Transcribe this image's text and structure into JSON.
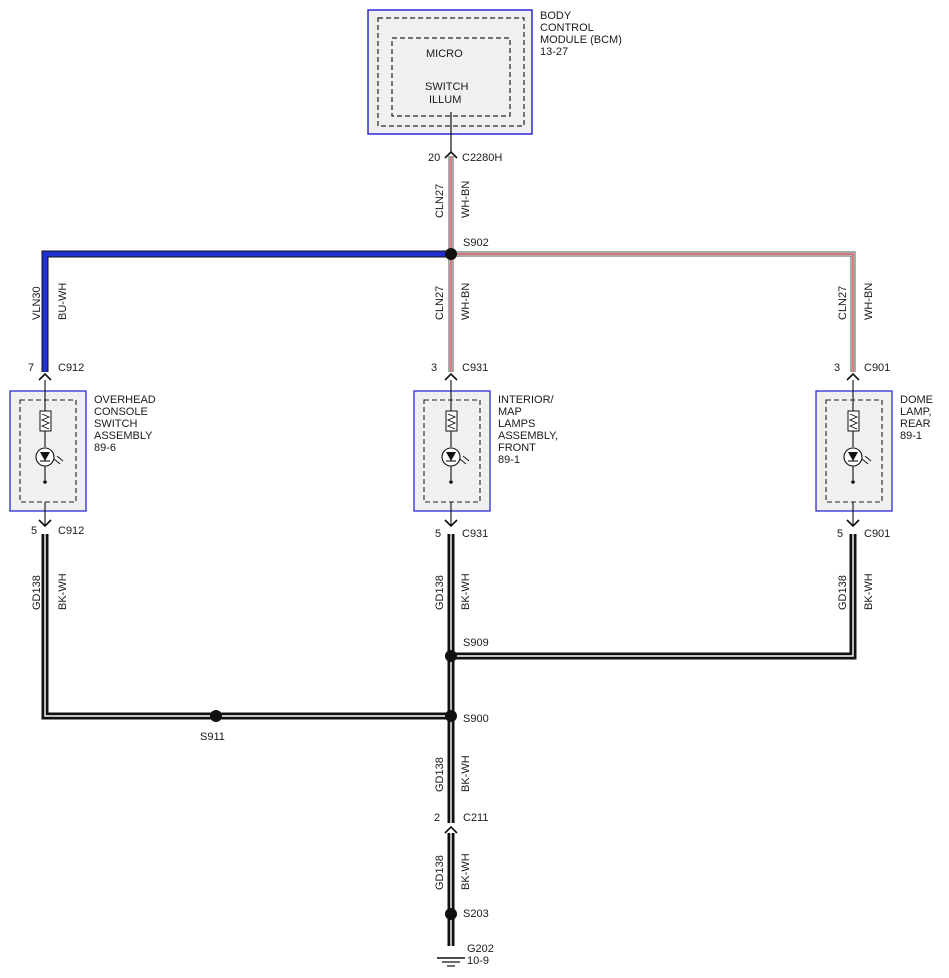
{
  "bcm": {
    "name_lines": [
      "BODY",
      "CONTROL",
      "MODULE (BCM)",
      "13-27"
    ],
    "micro_label": "MICRO",
    "switch_lines": [
      "SWITCH",
      "ILLUM"
    ],
    "pin": "20",
    "connector": "C2280H"
  },
  "wires": {
    "top_circuit": "CLN27",
    "top_color": "WH-BN",
    "left_circuit": "VLN30",
    "left_color": "BU-WH",
    "mid_circuit": "CLN27",
    "mid_color": "WH-BN",
    "right_circuit": "CLN27",
    "right_color": "WH-BN",
    "ground_circuit": "GD138",
    "ground_color": "BK-WH"
  },
  "splices": {
    "s902": "S902",
    "s909": "S909",
    "s900": "S900",
    "s911": "S911",
    "s203": "S203"
  },
  "components": {
    "overhead": {
      "name_lines": [
        "OVERHEAD",
        "CONSOLE",
        "SWITCH",
        "ASSEMBLY",
        "89-6"
      ],
      "top_pin": "7",
      "top_conn": "C912",
      "bot_pin": "5",
      "bot_conn": "C912"
    },
    "interior": {
      "name_lines": [
        "INTERIOR/",
        "MAP",
        "LAMPS",
        "ASSEMBLY,",
        "FRONT",
        "89-1"
      ],
      "top_pin": "3",
      "top_conn": "C931",
      "bot_pin": "5",
      "bot_conn": "C931"
    },
    "dome": {
      "name_lines": [
        "DOME",
        "LAMP,",
        "REAR",
        "89-1"
      ],
      "top_pin": "3",
      "top_conn": "C901",
      "bot_pin": "5",
      "bot_conn": "C901"
    }
  },
  "c211": {
    "pin": "2",
    "connector": "C211"
  },
  "ground": {
    "name": "G202",
    "ref": "10-9"
  },
  "colors": {
    "module_border": "#2b2bd6",
    "module_fill": "#f0f0f0",
    "blue_wire": "#1f2fd0",
    "red_stripe": "#c0262a",
    "black": "#111111"
  }
}
